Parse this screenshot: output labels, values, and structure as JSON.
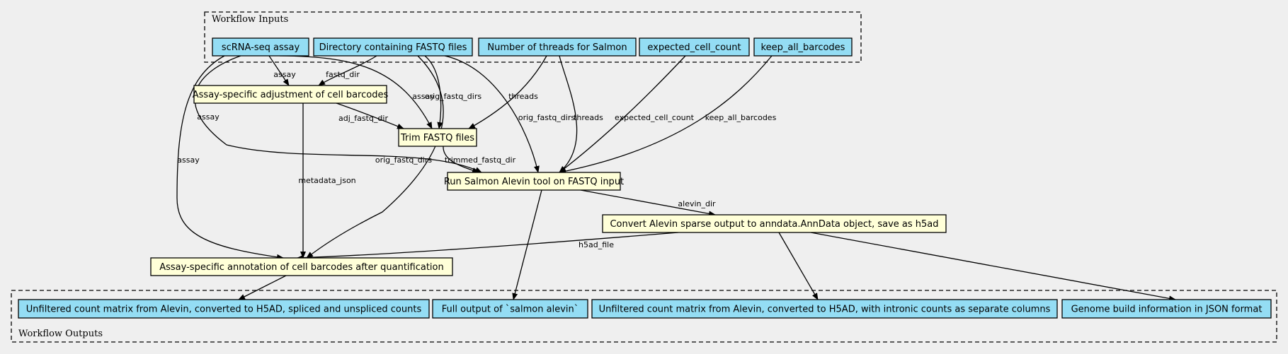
{
  "clusters": {
    "inputs_label": "Workflow Inputs",
    "outputs_label": "Workflow Outputs"
  },
  "inputs": [
    {
      "id": "in_assay",
      "label": "scRNA-seq assay"
    },
    {
      "id": "in_fastq",
      "label": "Directory containing FASTQ files"
    },
    {
      "id": "in_threads",
      "label": "Number of threads for Salmon"
    },
    {
      "id": "in_cells",
      "label": "expected_cell_count"
    },
    {
      "id": "in_keep",
      "label": "keep_all_barcodes"
    }
  ],
  "steps": [
    {
      "id": "adjust",
      "label": "Assay-specific adjustment of cell barcodes"
    },
    {
      "id": "trim",
      "label": "Trim FASTQ files"
    },
    {
      "id": "salmon",
      "label": "Run Salmon Alevin tool on FASTQ input"
    },
    {
      "id": "convert",
      "label": "Convert Alevin sparse output to anndata.AnnData object, save as h5ad"
    },
    {
      "id": "annotate",
      "label": "Assay-specific annotation of cell barcodes after quantification"
    }
  ],
  "outputs": [
    {
      "id": "out_spliced",
      "label": "Unfiltered count matrix from Alevin, converted to H5AD, spliced and unspliced counts"
    },
    {
      "id": "out_full",
      "label": "Full output of `salmon alevin`"
    },
    {
      "id": "out_intronic",
      "label": "Unfiltered count matrix from Alevin, converted to H5AD, with intronic counts as separate columns"
    },
    {
      "id": "out_genome",
      "label": "Genome build information in JSON format"
    }
  ],
  "edges": [
    {
      "id": "e_assay_adjust",
      "from": "in_assay",
      "to": "adjust",
      "label": "assay"
    },
    {
      "id": "e_fastq_adjust",
      "from": "in_fastq",
      "to": "adjust",
      "label": "fastq_dir"
    },
    {
      "id": "e_assay_trim",
      "from": "in_assay",
      "to": "trim",
      "label": "assay"
    },
    {
      "id": "e_adjust_trim",
      "from": "adjust",
      "to": "trim",
      "label": "adj_fastq_dir"
    },
    {
      "id": "e_fastq_trim",
      "from": "in_fastq",
      "to": "trim",
      "label": "orig_fastq_dirs"
    },
    {
      "id": "e_threads_trim",
      "from": "in_threads",
      "to": "trim",
      "label": "threads"
    },
    {
      "id": "e_assay_salmon",
      "from": "in_assay",
      "to": "salmon",
      "label": "assay"
    },
    {
      "id": "e_trim_salmon",
      "from": "trim",
      "to": "salmon",
      "label": "trimmed_fastq_dir"
    },
    {
      "id": "e_fastq_salmon",
      "from": "in_fastq",
      "to": "salmon",
      "label": "orig_fastq_dirs"
    },
    {
      "id": "e_threads_salmon",
      "from": "in_threads",
      "to": "salmon",
      "label": "threads"
    },
    {
      "id": "e_cells_salmon",
      "from": "in_cells",
      "to": "salmon",
      "label": "expected_cell_count"
    },
    {
      "id": "e_keep_salmon",
      "from": "in_keep",
      "to": "salmon",
      "label": "keep_all_barcodes"
    },
    {
      "id": "e_salmon_convert",
      "from": "salmon",
      "to": "convert",
      "label": "alevin_dir"
    },
    {
      "id": "e_assay_annotate",
      "from": "in_assay",
      "to": "annotate",
      "label": "assay"
    },
    {
      "id": "e_adjust_annotate",
      "from": "adjust",
      "to": "annotate",
      "label": "metadata_json"
    },
    {
      "id": "e_fastq_annotate",
      "from": "in_fastq",
      "to": "annotate",
      "label": "orig_fastq_dirs"
    },
    {
      "id": "e_convert_annotate",
      "from": "convert",
      "to": "annotate",
      "label": "h5ad_file"
    },
    {
      "id": "e_annotate_spliced",
      "from": "annotate",
      "to": "out_spliced",
      "label": ""
    },
    {
      "id": "e_salmon_full",
      "from": "salmon",
      "to": "out_full",
      "label": ""
    },
    {
      "id": "e_convert_intronic",
      "from": "convert",
      "to": "out_intronic",
      "label": ""
    },
    {
      "id": "e_convert_genome",
      "from": "convert",
      "to": "out_genome",
      "label": ""
    }
  ]
}
